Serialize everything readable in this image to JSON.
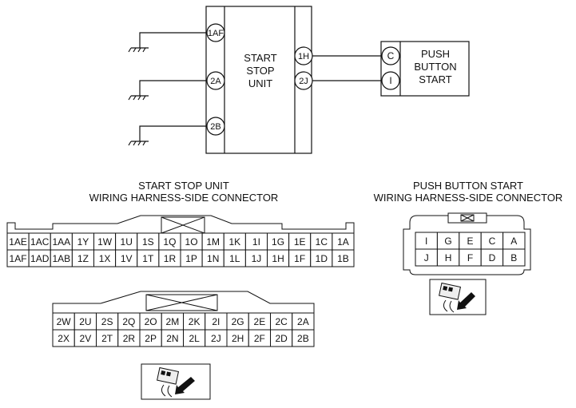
{
  "schematic": {
    "unit_label_lines": [
      "START",
      "STOP",
      "UNIT"
    ],
    "button_label_lines": [
      "PUSH",
      "BUTTON",
      "START"
    ],
    "unit_left_pins": [
      "1AF",
      "2A",
      "2B"
    ],
    "unit_right_pins": [
      "1H",
      "2J"
    ],
    "button_pins": [
      "C",
      "I"
    ]
  },
  "unit_connector": {
    "heading_line1": "START STOP UNIT",
    "heading_line2": "WIRING HARNESS-SIDE CONNECTOR",
    "top_row": [
      "1AE",
      "1AC",
      "1AA",
      "1Y",
      "1W",
      "1U",
      "1S",
      "1Q",
      "1O",
      "1M",
      "1K",
      "1I",
      "1G",
      "1E",
      "1C",
      "1A"
    ],
    "bottom_row": [
      "1AF",
      "1AD",
      "1AB",
      "1Z",
      "1X",
      "1V",
      "1T",
      "1R",
      "1P",
      "1N",
      "1L",
      "1J",
      "1H",
      "1F",
      "1D",
      "1B"
    ],
    "second_top_row": [
      "2W",
      "2U",
      "2S",
      "2Q",
      "2O",
      "2M",
      "2K",
      "2I",
      "2G",
      "2E",
      "2C",
      "2A"
    ],
    "second_bottom_row": [
      "2X",
      "2V",
      "2T",
      "2R",
      "2P",
      "2N",
      "2L",
      "2J",
      "2H",
      "2F",
      "2D",
      "2B"
    ]
  },
  "button_connector": {
    "heading_line1": "PUSH BUTTON START",
    "heading_line2": "WIRING HARNESS-SIDE CONNECTOR",
    "top_row": [
      "I",
      "G",
      "E",
      "C",
      "A"
    ],
    "bottom_row": [
      "J",
      "H",
      "F",
      "D",
      "B"
    ]
  }
}
